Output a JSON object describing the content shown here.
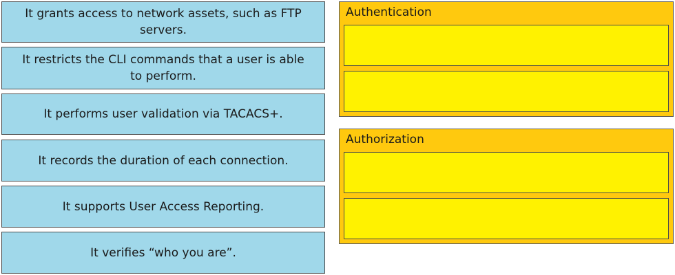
{
  "items": [
    {
      "text": "It grants access to network assets, such as FTP servers."
    },
    {
      "text": "It restricts the CLI commands that a user is able to perform."
    },
    {
      "text": "It performs user validation via TACACS+."
    },
    {
      "text": "It records the duration of each connection."
    },
    {
      "text": "It supports User Access Reporting."
    },
    {
      "text": "It verifies “who you are”."
    }
  ],
  "targets": [
    {
      "title": "Authentication"
    },
    {
      "title": "Authorization"
    }
  ],
  "colors": {
    "item_bg": "#a0d8ea",
    "group_bg": "#ffc90e",
    "slot_bg": "#fff200"
  }
}
